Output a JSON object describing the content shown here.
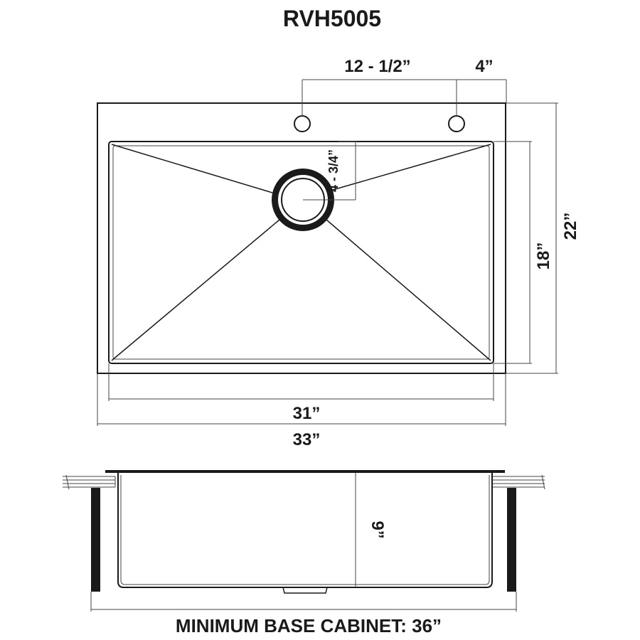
{
  "title": "RVH5005",
  "dimensions": {
    "hole_spacing": "12 - 1/2”",
    "hole_edge_offset": "4”",
    "drain_offset": "4 - 3/4”",
    "bowl_depth_front_to_back": "18”",
    "overall_depth": "22”",
    "bowl_width": "31”",
    "overall_width": "33”",
    "bowl_height": "9”"
  },
  "footer": "MINIMUM BASE CABINET: 36”"
}
